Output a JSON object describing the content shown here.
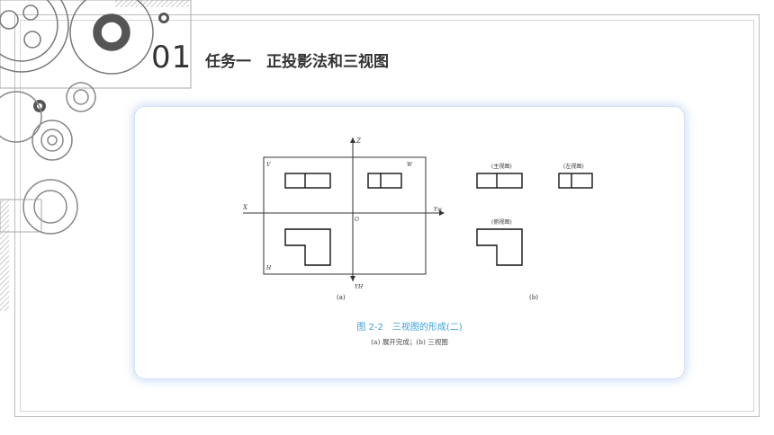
{
  "header": {
    "section_number": "01",
    "title": "任务一　正投影法和三视图"
  },
  "figure": {
    "label_a": "(a)",
    "label_b": "(b)",
    "axis_z": "Z",
    "axis_x": "X",
    "axis_yw": "Yw",
    "axis_yh": "YH",
    "origin": "O",
    "plane_v": "V",
    "plane_w": "W",
    "plane_h": "H",
    "view_front": "(主视图)",
    "view_left": "(左视图)",
    "view_top": "(俯视图)",
    "caption": "图 2-2　三视图的形成(二)",
    "subcaption": "(a) 展开完成；(b) 三视图"
  },
  "colors": {
    "caption": "#3aa0d8",
    "card_glow": "#96b9eb",
    "gear": "#9a9a9a"
  }
}
